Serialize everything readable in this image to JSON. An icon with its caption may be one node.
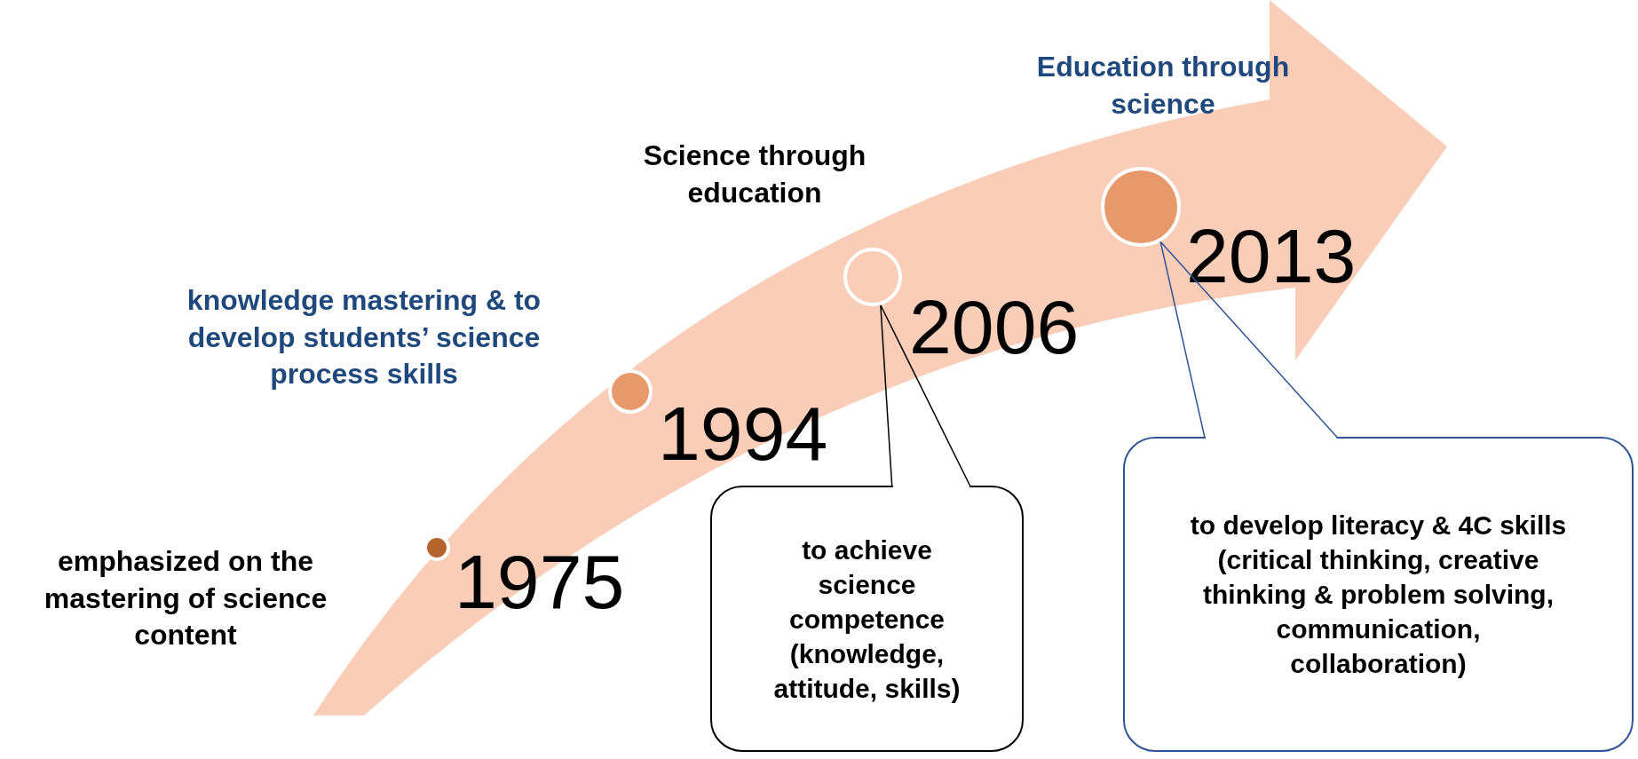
{
  "diagram": {
    "nodes": [
      {
        "text": [],
        "shape": "circle",
        "beside": [
          "1975",
          "emphasized on the mastering of science content"
        ]
      },
      {
        "text": [],
        "shape": "circle",
        "beside": [
          "1994",
          "knowledge mastering & to develop students’ science process skills"
        ]
      },
      {
        "text": [],
        "shape": "circle",
        "beside": [
          "2006",
          "Science through education"
        ]
      },
      {
        "text": [],
        "shape": "circle",
        "beside": [
          "2013",
          "Education through science"
        ]
      },
      {
        "text": [
          "to achieve science competence (knowledge, attitude, skills)"
        ]
      },
      {
        "text": [
          "to develop literacy & 4C skills (critical thinking, creative thinking & problem solving, communication, collaboration)"
        ]
      }
    ],
    "edges": [
      {
        "from": 4,
        "to": 2,
        "arrow": "none"
      },
      {
        "from": 5,
        "to": 3,
        "arrow": "none",
        "color": "#2f5597"
      }
    ]
  }
}
